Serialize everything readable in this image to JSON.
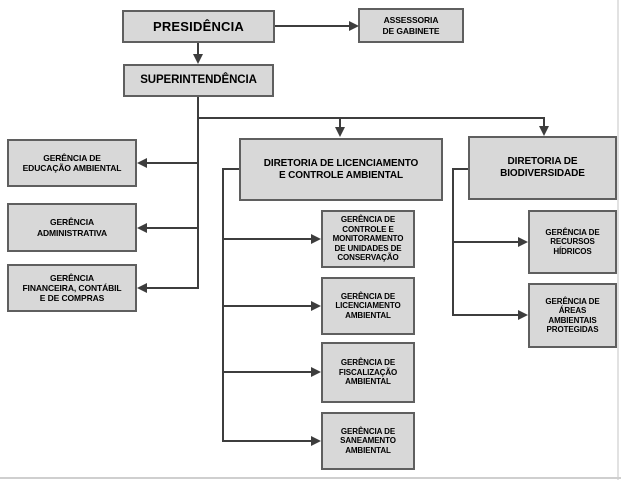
{
  "diagram": {
    "type": "org-chart",
    "language": "pt-BR",
    "colors": {
      "box_fill": "#d8d8d8",
      "box_border": "#5f5f5f",
      "connector": "#3d3d3d",
      "text": "#000000",
      "page_edge": "#e2e2e2"
    },
    "nodes": {
      "presidencia": {
        "label": "PRESIDÊNCIA"
      },
      "assessoria_gabinete": {
        "label": "ASSESSORIA\nDE GABINETE"
      },
      "superintendencia": {
        "label": "SUPERINTENDÊNCIA"
      },
      "gerencia_educacao_ambiental": {
        "label": "GERÊNCIA DE\nEDUCAÇÃO AMBIENTAL"
      },
      "gerencia_administrativa": {
        "label": "GERÊNCIA\nADMINISTRATIVA"
      },
      "gerencia_financeira": {
        "label": "GERÊNCIA\nFINANCEIRA, CONTÁBIL\nE DE COMPRAS"
      },
      "diretoria_licenciamento": {
        "label": "DIRETORIA DE LICENCIAMENTO\nE CONTROLE AMBIENTAL"
      },
      "gerencia_controle_monitoramento": {
        "label": "GERÊNCIA DE\nCONTROLE E\nMONITORAMENTO\nDE UNIDADES DE\nCONSERVAÇÃO"
      },
      "gerencia_licenciamento_ambiental": {
        "label": "GERÊNCIA DE\nLICENCIAMENTO\nAMBIENTAL"
      },
      "gerencia_fiscalizacao_ambiental": {
        "label": "GERÊNCIA DE\nFISCALIZAÇÃO\nAMBIENTAL"
      },
      "gerencia_saneamento_ambiental": {
        "label": "GERÊNCIA DE\nSANEAMENTO\nAMBIENTAL"
      },
      "diretoria_biodiversidade": {
        "label": "DIRETORIA DE\nBIODIVERSIDADE"
      },
      "gerencia_recursos_hidricos": {
        "label": "GERÊNCIA DE\nRECURSOS\nHÍDRICOS"
      },
      "gerencia_areas_protegidas": {
        "label": "GERÊNCIA DE\nÁREAS\nAMBIENTAIS\nPROTEGIDAS"
      }
    },
    "edges": [
      {
        "from": "presidencia",
        "to": "assessoria_gabinete"
      },
      {
        "from": "presidencia",
        "to": "superintendencia"
      },
      {
        "from": "superintendencia",
        "to": "gerencia_educacao_ambiental"
      },
      {
        "from": "superintendencia",
        "to": "gerencia_administrativa"
      },
      {
        "from": "superintendencia",
        "to": "gerencia_financeira"
      },
      {
        "from": "superintendencia",
        "to": "diretoria_licenciamento"
      },
      {
        "from": "superintendencia",
        "to": "diretoria_biodiversidade"
      },
      {
        "from": "diretoria_licenciamento",
        "to": "gerencia_controle_monitoramento"
      },
      {
        "from": "diretoria_licenciamento",
        "to": "gerencia_licenciamento_ambiental"
      },
      {
        "from": "diretoria_licenciamento",
        "to": "gerencia_fiscalizacao_ambiental"
      },
      {
        "from": "diretoria_licenciamento",
        "to": "gerencia_saneamento_ambiental"
      },
      {
        "from": "diretoria_biodiversidade",
        "to": "gerencia_recursos_hidricos"
      },
      {
        "from": "diretoria_biodiversidade",
        "to": "gerencia_areas_protegidas"
      }
    ]
  }
}
